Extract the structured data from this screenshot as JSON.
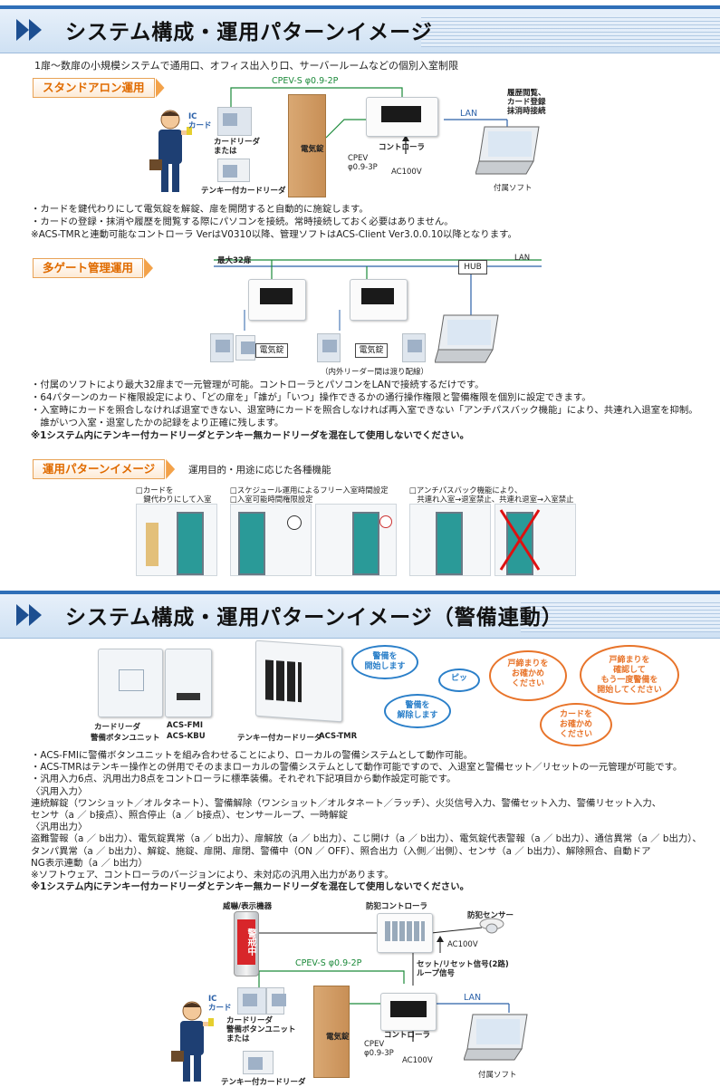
{
  "section1": {
    "title": "システム構成・運用パターンイメージ",
    "lead": "1扉〜数扉の小規模システムで通用口、オフィス出入り口、サーバールームなどの個別入室制限",
    "standalone": {
      "tag": "スタンドアロン運用",
      "labels": {
        "cpevs": "CPEV-S φ0.9-2P",
        "lan": "LAN",
        "ic_card": "IC\nカード",
        "card_reader": "カードリーダ\nまたは",
        "tenkey_reader": "テンキー付カードリーダ",
        "electric_lock": "電気錠",
        "controller": "コントローラ",
        "cpev": "CPEV\nφ0.9-3P",
        "ac100v": "AC100V",
        "software": "付属ソフト",
        "pc_notes": "履歴閲覧、\nカード登録\n抹消時接続"
      },
      "notes": [
        "・カードを鍵代わりにして電気錠を解錠、扉を開閉すると自動的に施錠します。",
        "・カードの登録・抹消や履歴を閲覧する際にパソコンを接続。常時接続しておく必要はありません。",
        "※ACS-TMRと連動可能なコントローラ VerはV0310以降、管理ソフトはACS-Client Ver3.0.0.10以降となります。"
      ]
    },
    "multigate": {
      "tag": "多ゲート管理運用",
      "labels": {
        "max32": "最大32扉",
        "lan": "LAN",
        "hub": "HUB",
        "electric_lock_1": "電気錠",
        "electric_lock_2": "電気錠",
        "inner_outer": "（内外リーダー間は渡り配線）"
      },
      "notes": [
        "・付属のソフトにより最大32扉まで一元管理が可能。コントローラとパソコンをLANで接続するだけです。",
        "・64パターンのカード権限設定により、「どの扉を」「誰が」「いつ」操作できるかの通行操作権限と警備権限を個別に設定できます。",
        "・入室時にカードを照合しなければ退室できない、退室時にカードを照合しなければ再入室できない「アンチパスバック機能」により、共連れ入退室を抑制。",
        "　誰がいつ入室・退室したかの記録をより正確に残します。",
        "※1システム内にテンキー付カードリーダとテンキー無カードリーダを混在して使用しないでください。"
      ]
    },
    "patterns": {
      "tag": "運用パターンイメージ",
      "subtitle": "運用目的・用途に応じた各種機能",
      "captions": [
        "□カードを\n　鍵代わりにして入室",
        "□スケジュール運用によるフリー入室時間設定\n□入室可能時間権限設定",
        "□アンチパスバック機能により、\n　共連れ入室→退室禁止、共連れ退室→入室禁止"
      ]
    }
  },
  "section2": {
    "title": "システム構成・運用パターンイメージ（警備連動）",
    "products": {
      "card_reader": "カードリーダ",
      "alarm_unit": "警備ボタンユニット",
      "acs_fmi": "ACS-FMI",
      "acs_kbu": "ACS-KBU",
      "tenkey_reader": "テンキー付カードリーダ",
      "acs_tmr": "ACS-TMR"
    },
    "bubbles": {
      "start": "警備を\n開始します",
      "beep": "ピッ",
      "release": "警備を\n解除します",
      "door_check": "戸締まりを\nお確かめ\nください",
      "recheck": "戸締まりを\n確認して\nもう一度警備を\n開始してください",
      "card_check": "カードを\nお確かめ\nください"
    },
    "notes": [
      "・ACS-FMIに警備ボタンユニットを組み合わせることにより、ローカルの警備システムとして動作可能。",
      "・ACS-TMRはテンキー操作との併用でそのままローカルの警備システムとして動作可能ですので、入退室と警備セット／リセットの一元管理が可能です。",
      "・汎用入力6点、汎用出力8点をコントローラに標準装備。それぞれ下記項目から動作設定可能です。",
      "〈汎用入力〉",
      "連続解錠（ワンショット／オルタネート）、警備解除（ワンショット／オルタネート／ラッチ）、火災信号入力、警備セット入力、警備リセット入力、",
      "センサ（a ／ b接点）、照合停止（a ／ b接点）、センサーループ、一時解錠",
      "〈汎用出力〉",
      "盗難警報（a ／ b出力）、電気錠異常（a ／ b出力）、扉解放（a ／ b出力）、こじ開け（a ／ b出力）、電気錠代表警報（a ／ b出力）、通信異常（a ／ b出力）、",
      "タンパ異常（a ／ b出力）、解錠、施錠、扉開、扉閉、警備中（ON ／ OFF）、照合出力（入側／出側）、センサ（a ／ b出力）、解除照合、自動ドア",
      "NG表示連動（a ／ b出力）",
      "※ソフトウェア、コントローラのバージョンにより、未対応の汎用入出力があります。",
      "※1システム内にテンキー付カードリーダとテンキー無カードリーダを混在して使用しないでください。"
    ],
    "diagram": {
      "alarm_display": "威嚇/表示機器",
      "security_controller": "防犯コントローラ",
      "security_sensor": "防犯センサー",
      "ac100v_top": "AC100V",
      "set_reset": "セット/リセット信号(2路)\nループ信号",
      "cpevs": "CPEV-S φ0.9-2P",
      "lan": "LAN",
      "ic_card": "IC\nカード",
      "reader_unit": "カードリーダ\n警備ボタンユニット\nまたは",
      "tenkey_reader": "テンキー付カードリーダ",
      "electric_lock": "電気錠",
      "controller": "コントローラ",
      "cpev": "CPEV\nφ0.9-3P",
      "ac100v": "AC100V",
      "software": "付属ソフト",
      "siren_text": "警戒中"
    }
  },
  "colors": {
    "banner_top": "#2f6fb8",
    "tag_orange": "#e06b00",
    "wire_green": "#1c8a3a",
    "lan_blue": "#2a60a8",
    "bubble_blue": "#2a7fc9",
    "bubble_orange": "#e8742a"
  }
}
